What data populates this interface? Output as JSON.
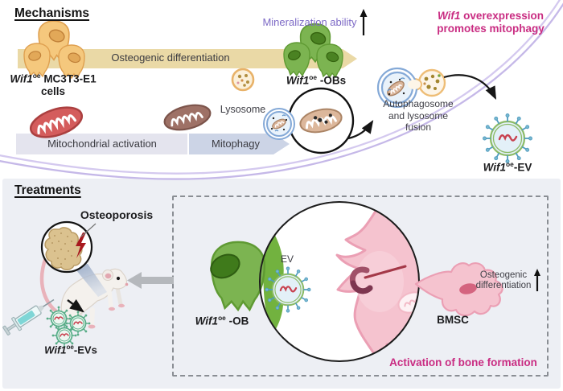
{
  "colors": {
    "purple_text": "#7d6ac6",
    "magenta_text": "#c92c82",
    "band_tan": "#ead9a6",
    "band_gray": "#e4e4ee",
    "band_blue": "#ccd4e6",
    "section_bg": "#edeff4",
    "green_cell": "#7cb451",
    "yellow_cell": "#f5c87d",
    "pink_cell": "#f5c3cf",
    "ev_ring_green": "#8cbb66",
    "arc_purple": "#cfc3ec"
  },
  "icons": [
    "preosteoblast-cells-icon",
    "osteoblast-cells-icon",
    "mitochondrion-red-icon",
    "mitochondrion-brown-icon",
    "lysosome-icon",
    "autophagosome-icon",
    "magnifier-circle-icon",
    "fusion-vesicle-icon",
    "ev-particle-icon",
    "up-arrow-icon",
    "curved-arrow-icon",
    "purple-arc-icon",
    "bone-osteoporosis-icon",
    "lightning-icon",
    "mouse-icon",
    "syringe-icon",
    "ev-cluster-icon",
    "gray-arrow-icon",
    "zoom-circle-icon",
    "receptor-hook-icon",
    "bmsc-cell-icon"
  ],
  "mechanisms": {
    "heading": "Mechanisms",
    "mc3t3": {
      "gene": "Wif1",
      "sup": "oe",
      "rest": " MC3T3-E1",
      "line2": "cells"
    },
    "osteogenic_band": "Osteogenic differentiation",
    "mineralization": "Mineralization ability",
    "obs": {
      "gene": "Wif1",
      "sup": "oe",
      "rest": " -OBs"
    },
    "promo": {
      "gene": "Wif1",
      "rest": " overexpression",
      "line2": "promotes mitophagy"
    },
    "mito_activation": "Mitochondrial activation",
    "lysosome": "Lysosome",
    "mitophagy": "Mitophagy",
    "fusion": {
      "line1": "Autophagosome",
      "line2": "and lysosome",
      "line3": "fusion"
    },
    "ev": {
      "gene": "Wif1",
      "sup": "oe",
      "rest": "-EV"
    }
  },
  "treatments": {
    "heading": "Treatments",
    "osteoporosis": "Osteoporosis",
    "evs": {
      "gene": "Wif1",
      "sup": "oe",
      "rest": "-EVs"
    },
    "ob": {
      "gene": "Wif1",
      "sup": "oe",
      "rest": " -OB"
    },
    "ev_small": "EV",
    "bmsc": "BMSC",
    "osteo_diff": {
      "line1": "Osteogenic",
      "line2": "differentiation"
    },
    "activation": "Activation of bone formation"
  }
}
